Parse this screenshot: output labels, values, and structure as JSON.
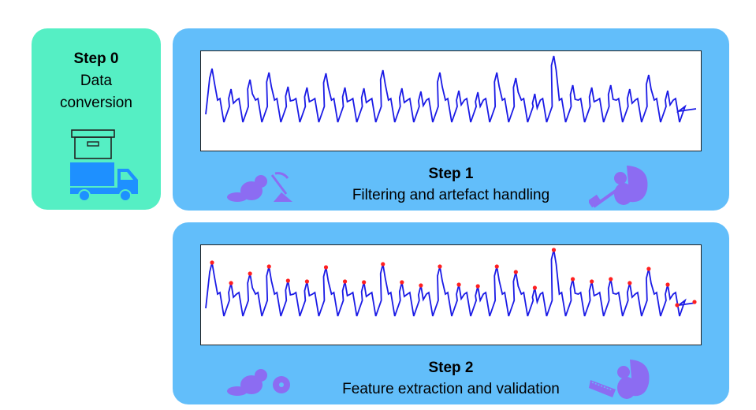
{
  "step0": {
    "title": "Step 0",
    "line1": "Data",
    "line2": "conversion"
  },
  "step1": {
    "title": "Step 1",
    "subtitle": "Filtering and artefact handling"
  },
  "step2": {
    "title": "Step 2",
    "subtitle": "Feature extraction and validation"
  },
  "colors": {
    "step0_bg": "#55efc4",
    "step_bg": "#62befa",
    "icon_blue": "#1e90ff",
    "animal_purple": "#8c6cf2",
    "signal": "#1a1ae6",
    "peak_marker": "#ff2020"
  },
  "icons": [
    "storage-box-icon",
    "delivery-truck-icon",
    "beaver-with-pickaxe-icon",
    "squirrel-with-hammer-icon",
    "beaver-with-saw-blade-icon",
    "squirrel-with-handsaw-icon"
  ],
  "chart_data": [
    {
      "type": "line",
      "description_series": "waveform with periodic peaks",
      "peaks": 25,
      "markers": false
    },
    {
      "type": "line",
      "description_series": "waveform with detected peaks marked",
      "peaks": 25,
      "markers": true
    }
  ]
}
